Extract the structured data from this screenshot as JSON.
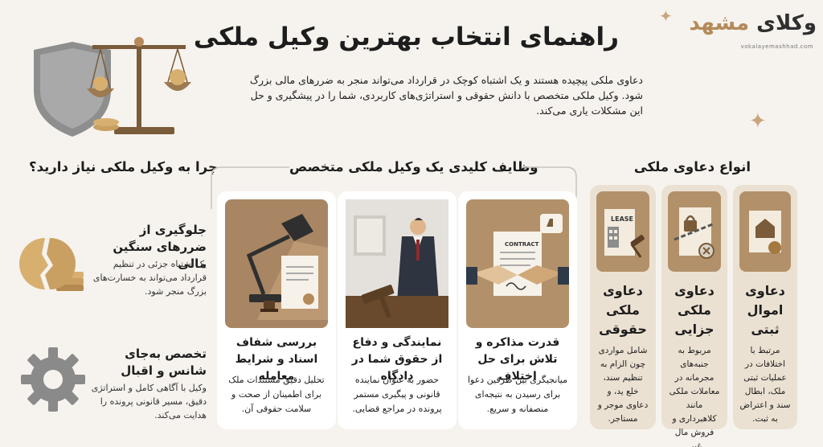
{
  "header": {
    "title": "راهنمای انتخاب بهترین وکیل ملکی",
    "intro": "دعاوی ملکی پیچیده هستند و یک اشتباه کوچک در قرارداد می‌تواند منجر به ضررهای مالی بزرگ شود. وکیل ملکی متخصص با دانش حقوقی و استراتژی‌های کاربردی، شما را در پیشگیری و حل این مشکلات یاری می‌کند."
  },
  "logo": {
    "word_main": "وکلای",
    "word_accent": "مشهد",
    "url": "vokalayemashhad.com"
  },
  "types": {
    "heading": "انواع دعاوی ملکی",
    "items": [
      {
        "title": "دعاوی اموال ثبتی",
        "desc": "مرتبط با اختلافات در عملیات ثبتی ملک، ابطال سند و اعتراض به ثبت."
      },
      {
        "title": "دعاوی ملکی جزایی",
        "desc": "مربوط به جنبه‌های مجرمانه در معاملات ملکی مانند کلاهبرداری و فروش مال غیر."
      },
      {
        "title": "دعاوی ملکی حقوقی",
        "desc": "شامل مواردی چون الزام به تنظیم سند، خلع ید، و دعاوی موجر و مستاجر."
      }
    ],
    "lease_label": "LEASE"
  },
  "duties": {
    "heading": "وظایف کلیدی یک وکیل ملکی متخصص",
    "items": [
      {
        "title": "قدرت مذاکره و تلاش برای حل اختلاف",
        "desc": "میانجیگری بین طرفین دعوا برای رسیدن به نتیجه‌ای منصفانه و سریع."
      },
      {
        "title": "نمایندگی و دفاع از حقوق شما در دادگاه",
        "desc": "حضور به عنوان نماینده قانونی و پیگیری مستمر پرونده در مراجع قضایی."
      },
      {
        "title": "بررسی شفاف اسناد و شرایط معامله",
        "desc": "تحلیل دقیق مستندات ملک برای اطمینان از صحت و سلامت حقوقی آن."
      }
    ],
    "contract_label": "CONTRACT"
  },
  "why": {
    "heading": "چرا به وکیل ملکی نیاز دارید؟",
    "items": [
      {
        "title": "جلوگیری از ضررهای سنگین مالی",
        "desc": "یک اشتباه جزئی در تنظیم قرارداد می‌تواند به خسارت‌های بزرگ منجر شود."
      },
      {
        "title": "تخصص به‌جای شانس و اقبال",
        "desc": "وکیل با آگاهی کامل و استراتژی دقیق، مسیر قانونی پرونده را هدایت می‌کند."
      }
    ]
  },
  "colors": {
    "accent": "#b48a5a",
    "card": "#ebe1d2",
    "background": "#f6f3ee"
  }
}
